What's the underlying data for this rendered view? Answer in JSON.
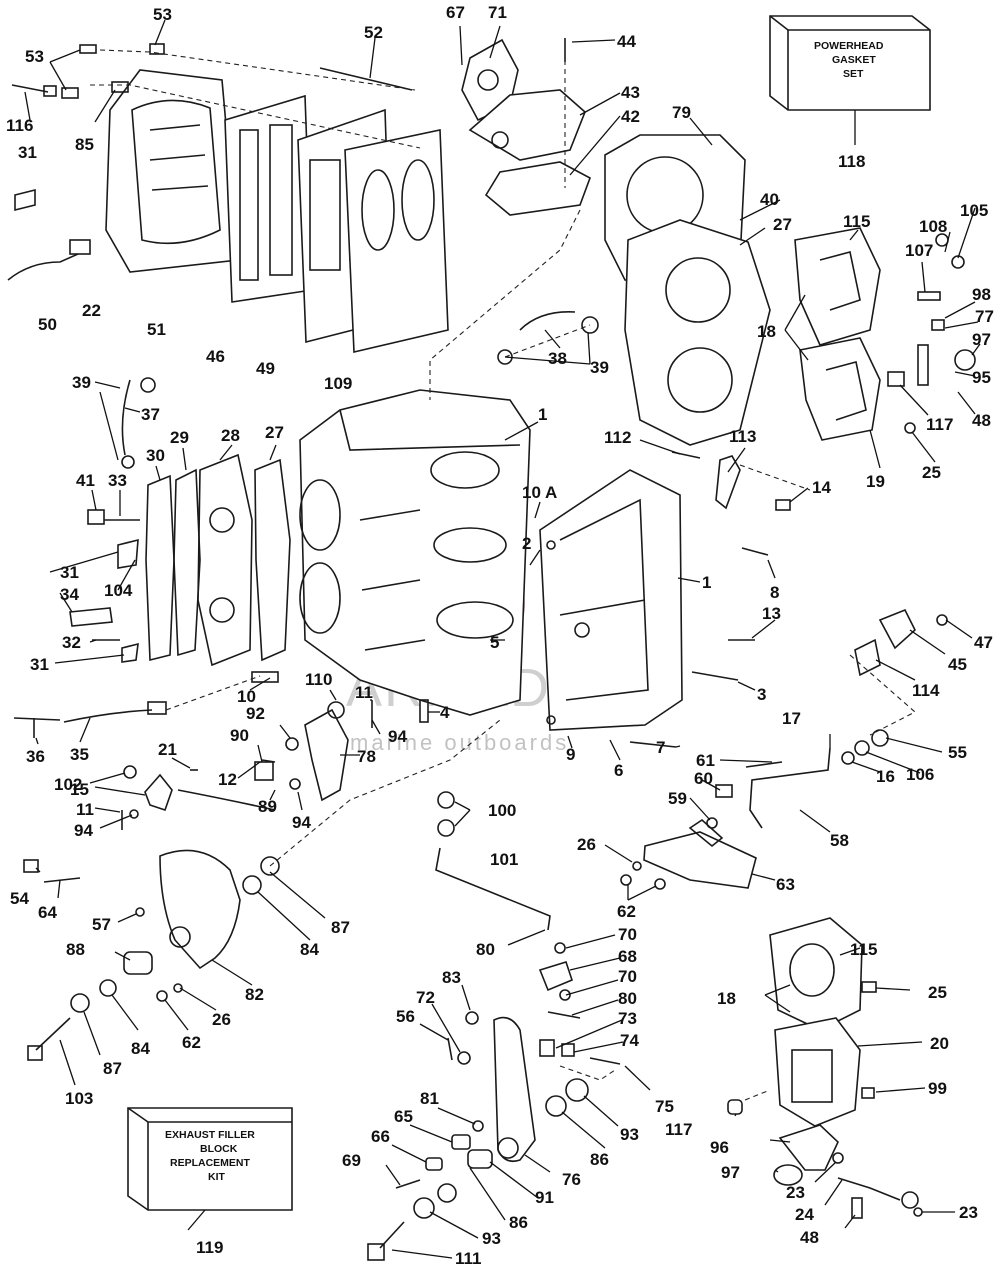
{
  "kits": {
    "powerhead": {
      "line1": "POWERHEAD",
      "line2": "GASKET",
      "line3": "SET"
    },
    "exhaust": {
      "line1": "EXHAUST FILLER",
      "line2": "BLOCK",
      "line3": "REPLACEMENT",
      "line4": "KIT"
    }
  },
  "watermark": {
    "brand": "ARMADA",
    "tagline": "marine outboards",
    "color": "#c2185b"
  },
  "callouts": [
    "53",
    "67",
    "71",
    "44",
    "52",
    "53",
    "85",
    "116",
    "31",
    "22",
    "50",
    "51",
    "46",
    "49",
    "109",
    "43",
    "42",
    "79",
    "118",
    "40",
    "27",
    "115",
    "108",
    "105",
    "107",
    "98",
    "77",
    "97",
    "95",
    "48",
    "117",
    "19",
    "25",
    "18",
    "38",
    "39",
    "39",
    "37",
    "28",
    "27",
    "29",
    "30",
    "41",
    "33",
    "1",
    "10 A",
    "2",
    "112",
    "113",
    "14",
    "1",
    "8",
    "13",
    "31",
    "104",
    "34",
    "32",
    "31",
    "5",
    "47",
    "45",
    "114",
    "3",
    "10",
    "110",
    "92",
    "90",
    "11",
    "4",
    "94",
    "78",
    "36",
    "35",
    "21",
    "102",
    "15",
    "11",
    "94",
    "12",
    "89",
    "94",
    "7",
    "61",
    "17",
    "55",
    "106",
    "16",
    "9",
    "6",
    "60",
    "59",
    "58",
    "100",
    "26",
    "63",
    "62",
    "54",
    "64",
    "57",
    "88",
    "84",
    "87",
    "82",
    "26",
    "62",
    "101",
    "80",
    "70",
    "68",
    "70",
    "80",
    "83",
    "72",
    "56",
    "73",
    "74",
    "75",
    "115",
    "18",
    "25",
    "20",
    "99",
    "103",
    "87",
    "84",
    "81",
    "65",
    "86",
    "93",
    "117",
    "96",
    "97",
    "66",
    "76",
    "91",
    "69",
    "23",
    "24",
    "23",
    "86",
    "93",
    "119",
    "111",
    "48"
  ]
}
